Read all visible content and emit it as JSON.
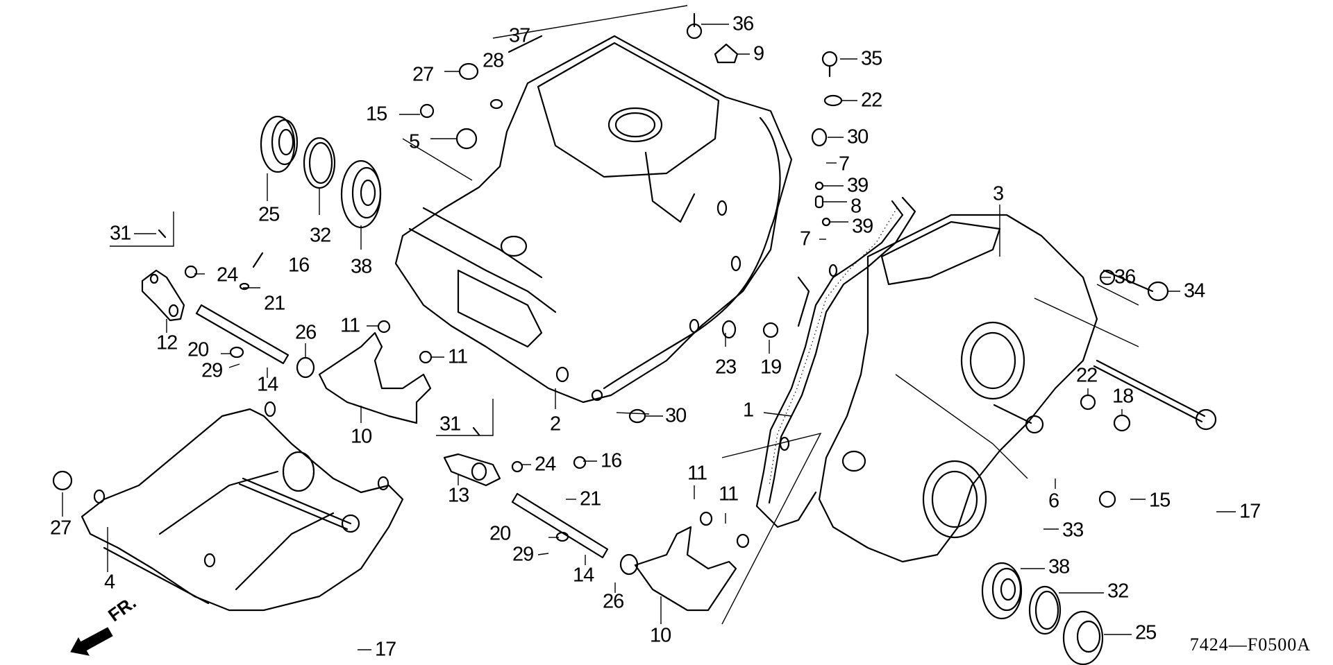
{
  "diagram": {
    "title": "Crankcase exploded parts diagram",
    "code": "7424—F0500A",
    "front_indicator": "FR.",
    "callouts": [
      {
        "id": "c1",
        "label": "1"
      },
      {
        "id": "c2",
        "label": "2"
      },
      {
        "id": "c3",
        "label": "3"
      },
      {
        "id": "c4",
        "label": "4"
      },
      {
        "id": "c5",
        "label": "5"
      },
      {
        "id": "c6",
        "label": "6"
      },
      {
        "id": "c7a",
        "label": "7"
      },
      {
        "id": "c7b",
        "label": "7"
      },
      {
        "id": "c8",
        "label": "8"
      },
      {
        "id": "c9",
        "label": "9"
      },
      {
        "id": "c10a",
        "label": "10"
      },
      {
        "id": "c10b",
        "label": "10"
      },
      {
        "id": "c11a",
        "label": "11"
      },
      {
        "id": "c11b",
        "label": "11"
      },
      {
        "id": "c11c",
        "label": "11"
      },
      {
        "id": "c11d",
        "label": "11"
      },
      {
        "id": "c12",
        "label": "12"
      },
      {
        "id": "c13",
        "label": "13"
      },
      {
        "id": "c14a",
        "label": "14"
      },
      {
        "id": "c14b",
        "label": "14"
      },
      {
        "id": "c15a",
        "label": "15"
      },
      {
        "id": "c15b",
        "label": "15"
      },
      {
        "id": "c16a",
        "label": "16"
      },
      {
        "id": "c16b",
        "label": "16"
      },
      {
        "id": "c17a",
        "label": "17"
      },
      {
        "id": "c17b",
        "label": "17"
      },
      {
        "id": "c18",
        "label": "18"
      },
      {
        "id": "c19",
        "label": "19"
      },
      {
        "id": "c20a",
        "label": "20"
      },
      {
        "id": "c20b",
        "label": "20"
      },
      {
        "id": "c21a",
        "label": "21"
      },
      {
        "id": "c21b",
        "label": "21"
      },
      {
        "id": "c22a",
        "label": "22"
      },
      {
        "id": "c22b",
        "label": "22"
      },
      {
        "id": "c23",
        "label": "23"
      },
      {
        "id": "c24a",
        "label": "24"
      },
      {
        "id": "c24b",
        "label": "24"
      },
      {
        "id": "c25a",
        "label": "25"
      },
      {
        "id": "c25b",
        "label": "25"
      },
      {
        "id": "c26a",
        "label": "26"
      },
      {
        "id": "c26b",
        "label": "26"
      },
      {
        "id": "c27a",
        "label": "27"
      },
      {
        "id": "c27b",
        "label": "27"
      },
      {
        "id": "c28",
        "label": "28"
      },
      {
        "id": "c29a",
        "label": "29"
      },
      {
        "id": "c29b",
        "label": "29"
      },
      {
        "id": "c30a",
        "label": "30"
      },
      {
        "id": "c30b",
        "label": "30"
      },
      {
        "id": "c31a",
        "label": "31"
      },
      {
        "id": "c31b",
        "label": "31"
      },
      {
        "id": "c32a",
        "label": "32"
      },
      {
        "id": "c32b",
        "label": "32"
      },
      {
        "id": "c33",
        "label": "33"
      },
      {
        "id": "c34",
        "label": "34"
      },
      {
        "id": "c35",
        "label": "35"
      },
      {
        "id": "c36a",
        "label": "36"
      },
      {
        "id": "c36b",
        "label": "36"
      },
      {
        "id": "c37",
        "label": "37"
      },
      {
        "id": "c38a",
        "label": "38"
      },
      {
        "id": "c38b",
        "label": "38"
      },
      {
        "id": "c39a",
        "label": "39"
      },
      {
        "id": "c39b",
        "label": "39"
      }
    ]
  }
}
